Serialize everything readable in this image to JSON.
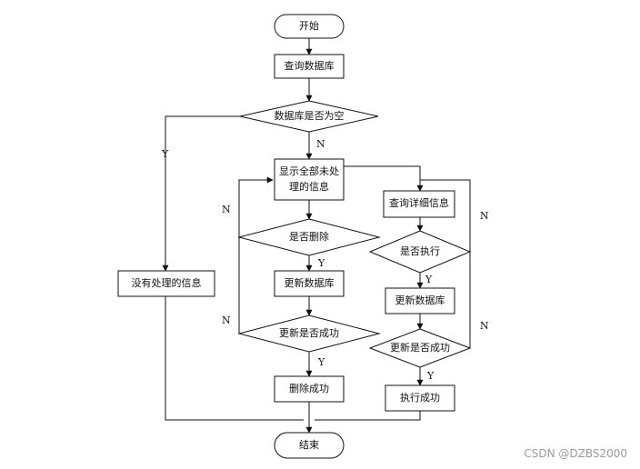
{
  "nodes": {
    "start": "开始",
    "query_db": "查询数据库",
    "db_empty": "数据库是否为空",
    "show_line1": "显示全部未处",
    "show_line2": "理的信息",
    "no_unprocessed": "没有处理的信息",
    "delete_q": "是否删除",
    "update_db_left": "更新数据库",
    "update_ok_left": "更新是否成功",
    "delete_ok": "删除成功",
    "query_detail": "查询详细信息",
    "execute_q": "是否执行",
    "update_db_right": "更新数据库",
    "update_ok_right": "更新是否成功",
    "execute_ok": "执行成功",
    "end": "结束"
  },
  "edge_labels": {
    "db_empty_yes": "Y",
    "db_empty_no": "N",
    "delete_no": "N",
    "delete_yes": "Y",
    "update_left_no": "N",
    "update_left_yes": "Y",
    "execute_no": "N",
    "execute_yes": "Y",
    "update_right_no": "N",
    "update_right_yes": "Y"
  },
  "watermark": "CSDN @DZBS2000"
}
